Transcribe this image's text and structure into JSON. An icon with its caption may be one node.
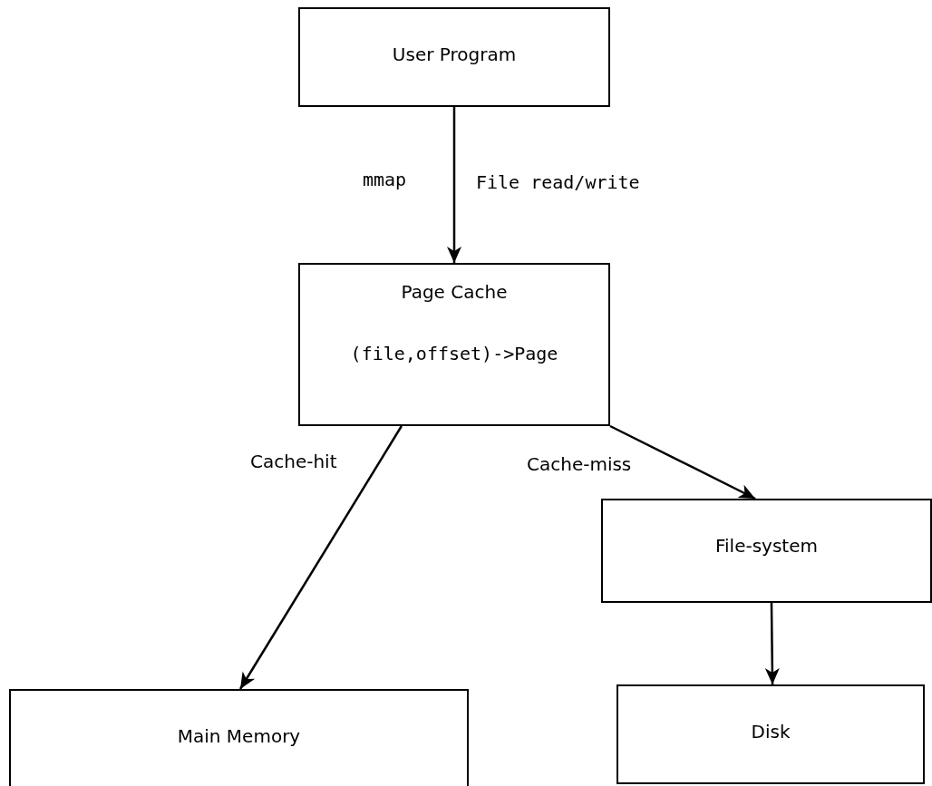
{
  "diagram": {
    "nodes": [
      {
        "text": [
          "User Program"
        ]
      },
      {
        "text": [
          "Page Cache",
          "(file,offset)->Page"
        ]
      },
      {
        "text": [
          "File-system"
        ]
      },
      {
        "text": [
          "Main Memory"
        ]
      },
      {
        "text": [
          "Disk"
        ]
      }
    ],
    "edges": [
      {
        "from": 0,
        "to": 1,
        "arrow": "to",
        "label": "mmap"
      },
      {
        "from": 1,
        "to": 3,
        "arrow": "to",
        "label": "Cache-hit"
      },
      {
        "from": 1,
        "to": 2,
        "arrow": "to",
        "label": "Cache-miss"
      },
      {
        "from": 2,
        "to": 4,
        "arrow": "to"
      }
    ],
    "labels": [
      "File read/write"
    ]
  }
}
